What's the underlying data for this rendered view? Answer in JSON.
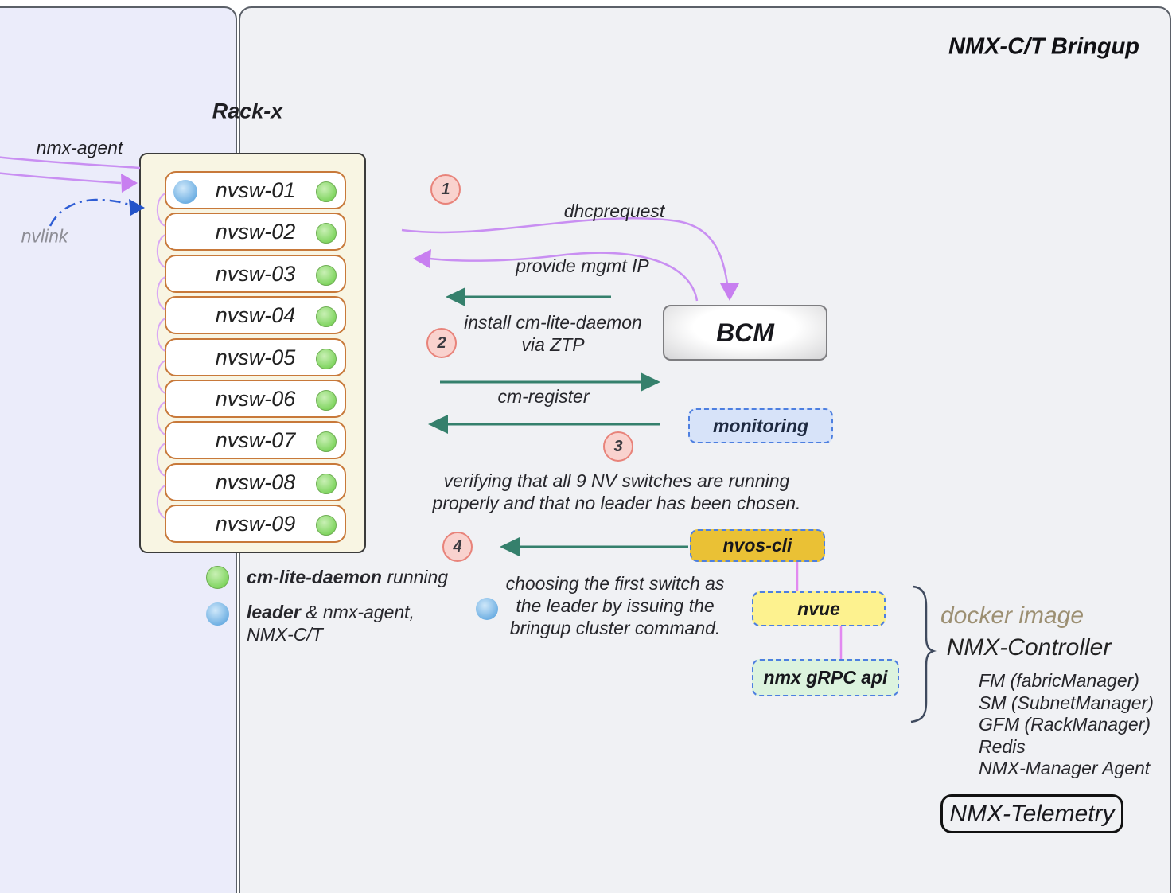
{
  "title": "NMX-C/T Bringup",
  "rack": {
    "label": "Rack-x",
    "switches": [
      "nvsw-01",
      "nvsw-02",
      "nvsw-03",
      "nvsw-04",
      "nvsw-05",
      "nvsw-06",
      "nvsw-07",
      "nvsw-08",
      "nvsw-09"
    ],
    "leader_switch": "nvsw-01"
  },
  "labels": {
    "nmx_agent": "nmx-agent",
    "nvlink": "nvlink",
    "dhcprequest": "dhcprequest",
    "provide_mgmt_ip": "provide mgmt IP",
    "install_l1": "install cm-lite-daemon",
    "install_l2": "via ZTP",
    "cm_register": "cm-register",
    "verifying_l1": "verifying that all 9 NV switches are running",
    "verifying_l2": "properly and that no leader has been chosen.",
    "choosing_l1": "choosing the first switch as",
    "choosing_l2": "the leader by issuing the",
    "choosing_l3": "bringup cluster command."
  },
  "steps": [
    "1",
    "2",
    "3",
    "4"
  ],
  "boxes": {
    "bcm": "BCM",
    "monitoring": "monitoring",
    "nvos_cli": "nvos-cli",
    "nvue": "nvue",
    "nmx_grpc": "nmx gRPC api",
    "nmx_telemetry": "NMX-Telemetry"
  },
  "legend": {
    "green_bold": "cm-lite-daemon",
    "green_rest": " running",
    "blue_bold": "leader",
    "blue_rest": " & nmx-agent,",
    "blue_line2": "NMX-C/T"
  },
  "right_panel": {
    "docker_image": "docker image",
    "controller": "NMX-Controller",
    "components": [
      "FM (fabricManager)",
      "SM (SubnetManager)",
      "GFM (RackManager)",
      "Redis",
      "NMX-Manager Agent"
    ]
  },
  "colors": {
    "purple_arrow": "#c98ff2",
    "blue_arrow": "#2e5dd4",
    "teal_arrow": "#35806c",
    "magenta_connector": "#e289f0",
    "status_running_green": "#7ed45e",
    "leader_blue": "#64a9e0",
    "step_badge_pink": "#f9d2ce",
    "rack_fill": "#f8f5e3",
    "row_border_orange": "#c8793a",
    "monitoring_fill": "#d7e3f9",
    "nvos_cli_fill": "#eac135",
    "nvue_fill": "#fdf28f",
    "nmx_grpc_fill": "#dcf3de",
    "zone_left_fill": "#ebecfa",
    "zone_right_fill": "#f0f1f4"
  }
}
